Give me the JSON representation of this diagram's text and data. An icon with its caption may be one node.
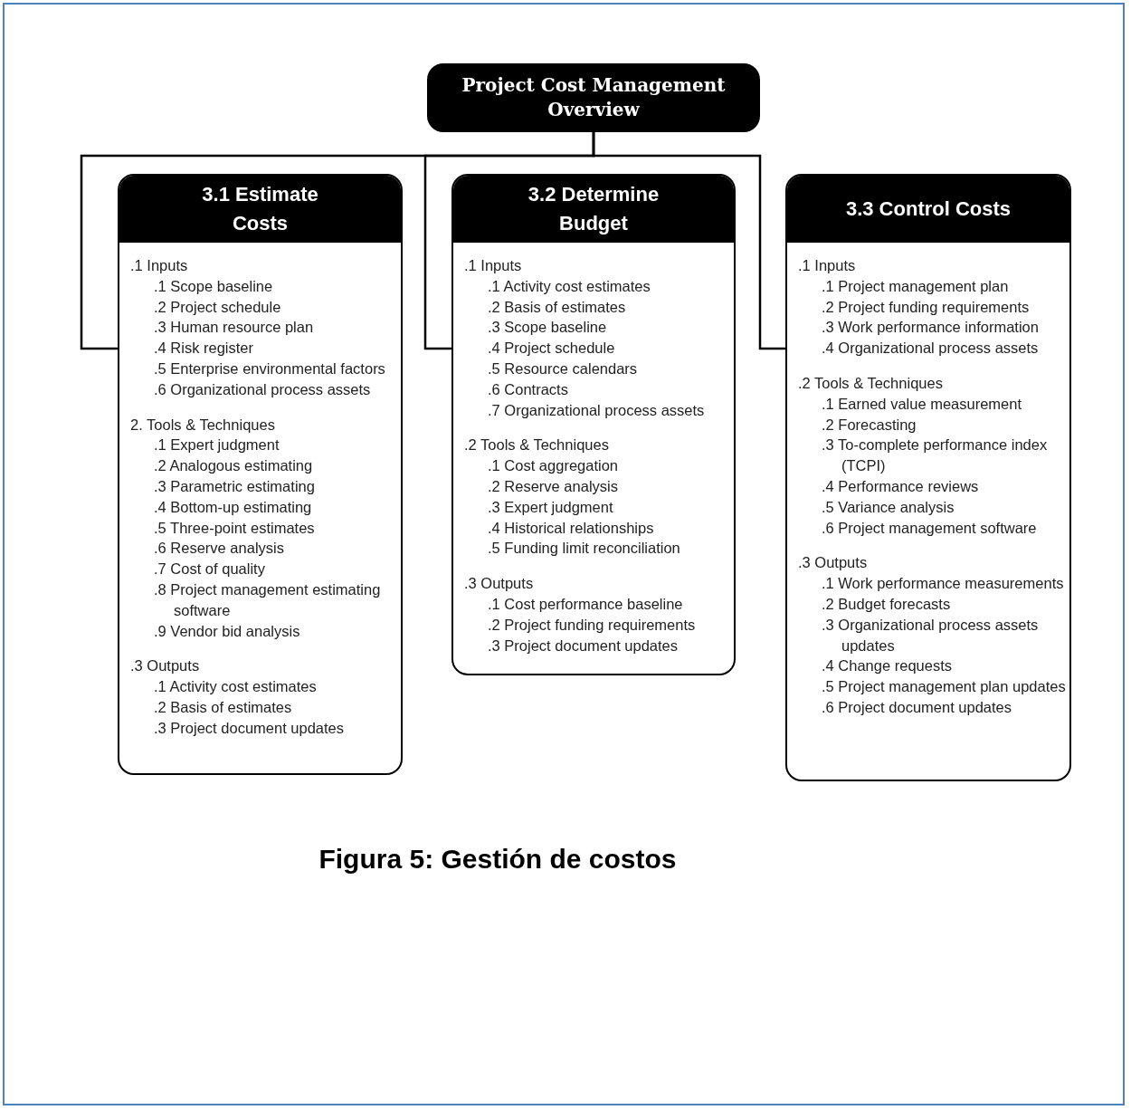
{
  "diagram": {
    "caption": "Figura 5: Gestión de costos",
    "nodes": [
      {
        "text": [
          "Project Cost Management Overview"
        ]
      },
      {
        "text": [
          "3.1 Estimate Costs",
          ".1 Inputs",
          ".1 Scope baseline",
          ".2 Project schedule",
          ".3 Human resource plan",
          ".4 Risk register",
          ".5 Enterprise environmental factors",
          ".6 Organizational process assets",
          "2. Tools & Techniques",
          ".1 Expert judgment",
          ".2 Analogous estimating",
          ".3 Parametric estimating",
          ".4 Bottom-up estimating",
          ".5 Three-point estimates",
          ".6 Reserve analysis",
          ".7 Cost of quality",
          ".8 Project management estimating software",
          ".9 Vendor bid analysis",
          ".3 Outputs",
          ".1 Activity cost estimates",
          ".2 Basis of estimates",
          ".3 Project document updates"
        ]
      },
      {
        "text": [
          "3.2 Determine Budget",
          ".1 Inputs",
          ".1 Activity cost estimates",
          ".2 Basis of estimates",
          ".3 Scope baseline",
          ".4 Project schedule",
          ".5 Resource calendars",
          ".6 Contracts",
          ".7 Organizational process assets",
          ".2 Tools & Techniques",
          ".1 Cost aggregation",
          ".2 Reserve analysis",
          ".3 Expert judgment",
          ".4 Historical relationships",
          ".5 Funding limit reconciliation",
          ".3 Outputs",
          ".1 Cost performance baseline",
          ".2 Project funding requirements",
          ".3 Project document updates"
        ]
      },
      {
        "text": [
          "3.3 Control Costs",
          ".1 Inputs",
          ".1 Project management plan",
          ".2 Project funding requirements",
          ".3 Work performance information",
          ".4 Organizational process assets",
          ".2 Tools & Techniques",
          ".1 Earned value measurement",
          ".2 Forecasting",
          ".3 To-complete performance index (TCPI)",
          ".4 Performance reviews",
          ".5 Variance analysis",
          ".6 Project management software",
          ".3 Outputs",
          ".1 Work performance measurements",
          ".2 Budget forecasts",
          ".3 Organizational process assets updates",
          ".4 Change requests",
          ".5 Project management plan updates",
          ".6 Project document updates"
        ]
      }
    ],
    "edges": [
      {
        "from": 0,
        "to": 1,
        "arrow": "none"
      },
      {
        "from": 0,
        "to": 2,
        "arrow": "none"
      },
      {
        "from": 0,
        "to": 3,
        "arrow": "none"
      }
    ]
  }
}
